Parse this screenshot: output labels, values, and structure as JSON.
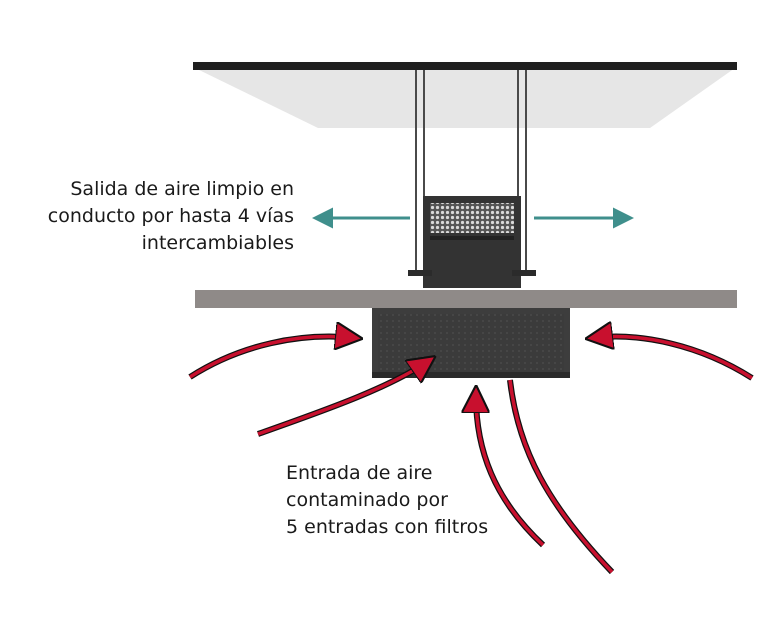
{
  "labels": {
    "outlet": [
      "Salida de aire limpio en",
      "conducto por hasta 4 vías",
      "intercambiables"
    ],
    "inlet": [
      "Entrada de aire",
      "contaminado por",
      "5 entradas con filtros"
    ]
  },
  "colors": {
    "inlet_arrow": "#c8102e",
    "outlet_arrow": "#3f8f8c",
    "ceiling": "#e6e6e6",
    "ceiling_edge": "#1f1f1f",
    "slab": "#8f8a88",
    "unit_body": "#3d3d3d",
    "plenum": "#333333",
    "grille": "#c9c9c9"
  },
  "icons": [
    "inlet-arrow-icon",
    "outlet-arrow-icon"
  ]
}
